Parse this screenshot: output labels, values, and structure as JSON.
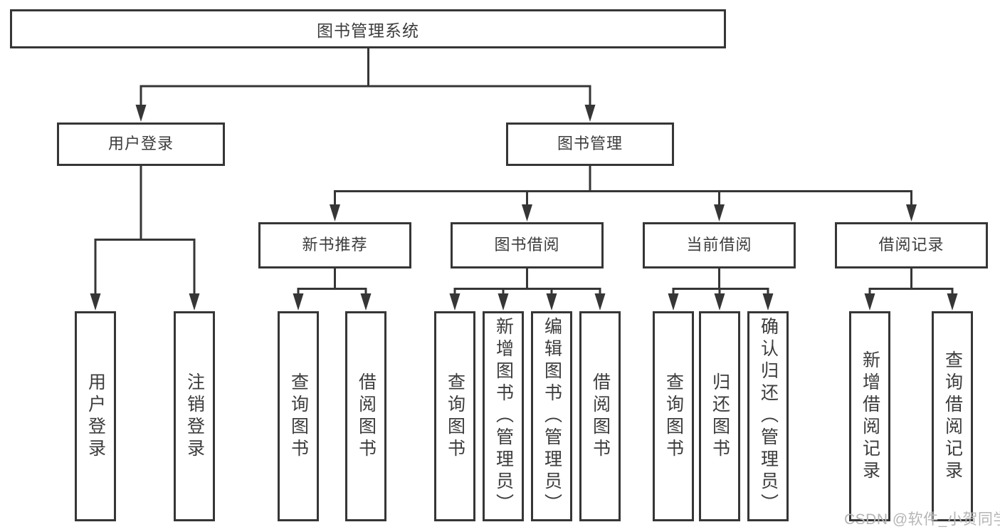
{
  "diagram": {
    "type": "hierarchy-tree",
    "root": {
      "label": "图书管理系统"
    },
    "level2": [
      {
        "label": "用户登录"
      },
      {
        "label": "图书管理"
      }
    ],
    "level3": [
      {
        "label": "新书推荐",
        "parent": "图书管理"
      },
      {
        "label": "图书借阅",
        "parent": "图书管理"
      },
      {
        "label": "当前借阅",
        "parent": "图书管理"
      },
      {
        "label": "借阅记录",
        "parent": "图书管理"
      }
    ],
    "leaves": [
      {
        "label": "用户登录",
        "parent": "用户登录"
      },
      {
        "label": "注销登录",
        "parent": "用户登录"
      },
      {
        "label": "查询图书",
        "parent": "新书推荐"
      },
      {
        "label": "借阅图书",
        "parent": "新书推荐"
      },
      {
        "label": "查询图书",
        "parent": "图书借阅"
      },
      {
        "label": "新增图书（管理员）",
        "parent": "图书借阅"
      },
      {
        "label": "编辑图书（管理员）",
        "parent": "图书借阅"
      },
      {
        "label": "借阅图书",
        "parent": "图书借阅"
      },
      {
        "label": "查询图书",
        "parent": "当前借阅"
      },
      {
        "label": "归还图书",
        "parent": "当前借阅"
      },
      {
        "label": "确认归还（管理员）",
        "parent": "当前借阅"
      },
      {
        "label": "新增借阅记录",
        "parent": "借阅记录"
      },
      {
        "label": "查询借阅记录",
        "parent": "借阅记录"
      }
    ]
  },
  "watermark": {
    "text": "CSDN @软件_小贺同学"
  },
  "colors": {
    "line": "#363636",
    "box_border": "#363636",
    "box_background": "#ffffff",
    "text": "#3c3c3c",
    "watermark": "#b5b5b5",
    "page_background": "#ffffff"
  }
}
